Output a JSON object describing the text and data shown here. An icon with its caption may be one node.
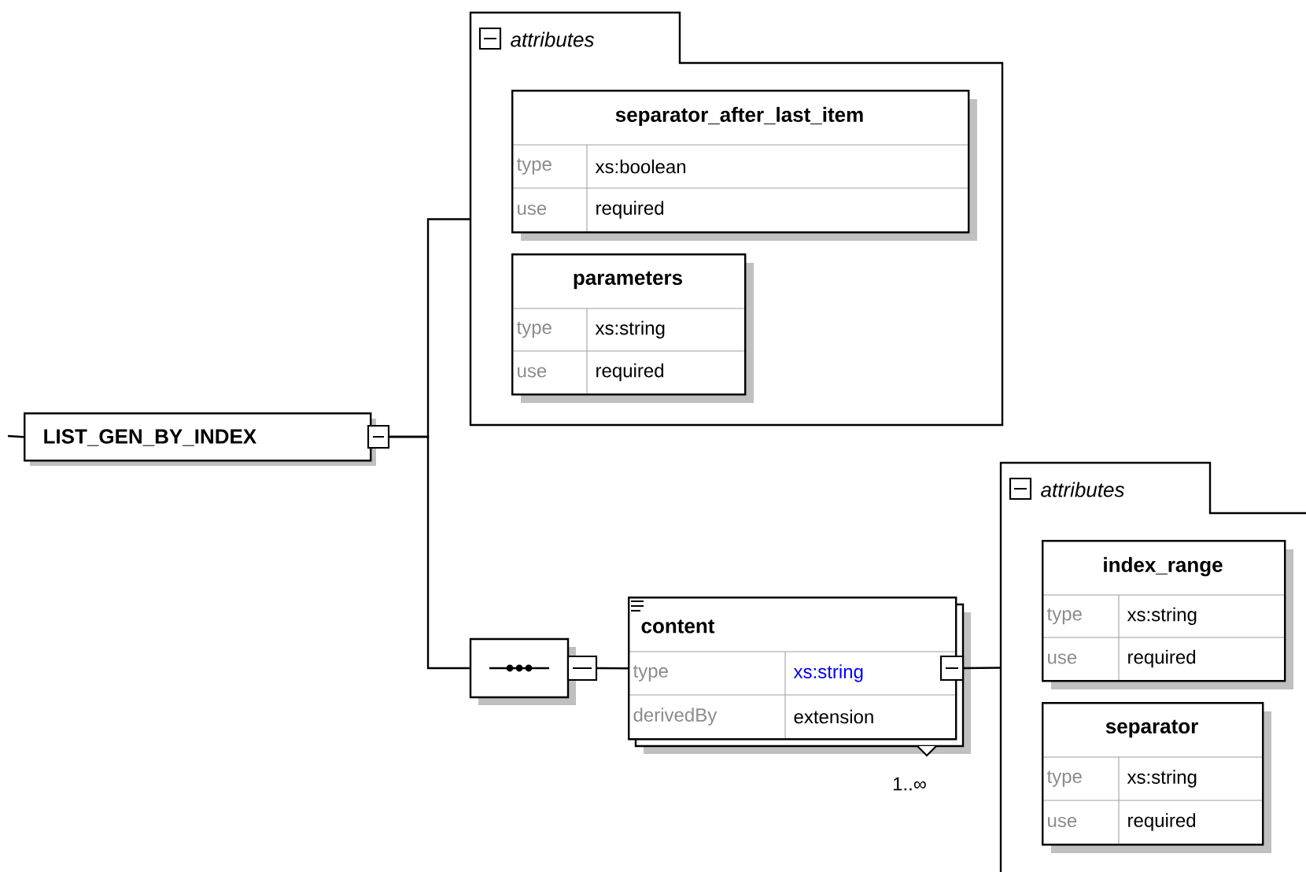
{
  "diagram": {
    "nodes": [
      {
        "text": [
          "LIST_GEN_BY_INDEX"
        ]
      },
      {
        "text": [
          "attributes"
        ]
      },
      {
        "text": [
          "separator_after_last_item",
          "type",
          "xs:boolean",
          "use",
          "required"
        ],
        "in": 1
      },
      {
        "text": [
          "parameters",
          "type",
          "xs:string",
          "use",
          "required"
        ],
        "in": 1
      },
      {
        "text": [],
        "shape": "octagon"
      },
      {
        "text": [
          "content",
          "type",
          "xs:string",
          "derivedBy",
          "extension"
        ],
        "beside": [
          "1..∞"
        ]
      },
      {
        "text": [
          "attributes"
        ]
      },
      {
        "text": [
          "index_range",
          "type",
          "xs:string",
          "use",
          "required"
        ],
        "in": 6
      },
      {
        "text": [
          "separator",
          "type",
          "xs:string",
          "use",
          "required"
        ],
        "in": 6
      }
    ],
    "edges": [
      {
        "from": null,
        "to": 0,
        "arrow": "none"
      },
      {
        "from": 0,
        "to": 1,
        "arrow": "none"
      },
      {
        "from": 0,
        "to": 4,
        "arrow": "none"
      },
      {
        "from": 4,
        "to": 5,
        "arrow": "none"
      },
      {
        "from": 5,
        "to": 6,
        "arrow": "none"
      }
    ]
  }
}
